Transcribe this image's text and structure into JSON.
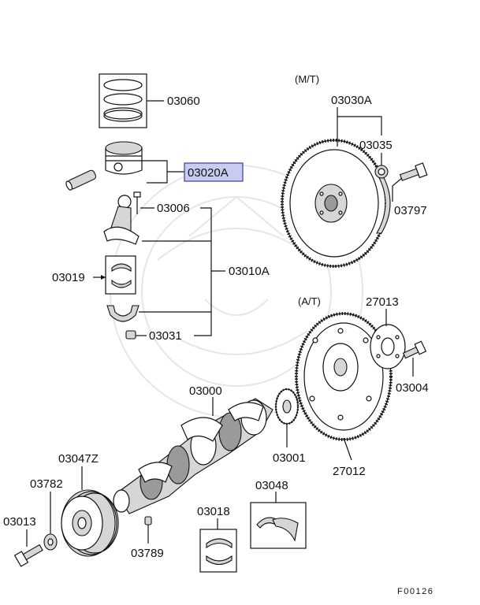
{
  "diagram": {
    "highlight_color": "#c8ccf0",
    "highlight_border": "#3a3f8f",
    "variant_labels": {
      "manual": "(M/T)",
      "automatic": "(A/T)"
    },
    "parts": {
      "p03060": "03060",
      "p03020A": "03020A",
      "p03006": "03006",
      "p03010A": "03010A",
      "p03019": "03019",
      "p03031": "03031",
      "p03030A": "03030A",
      "p03035": "03035",
      "p03797": "03797",
      "p27013": "27013",
      "p03004": "03004",
      "p03000": "03000",
      "p03001": "03001",
      "p27012": "27012",
      "p03047Z": "03047Z",
      "p03782": "03782",
      "p03013": "03013",
      "p03789": "03789",
      "p03018": "03018",
      "p03048": "03048"
    },
    "highlighted_part": "03020A",
    "figure_code": "F00126"
  }
}
